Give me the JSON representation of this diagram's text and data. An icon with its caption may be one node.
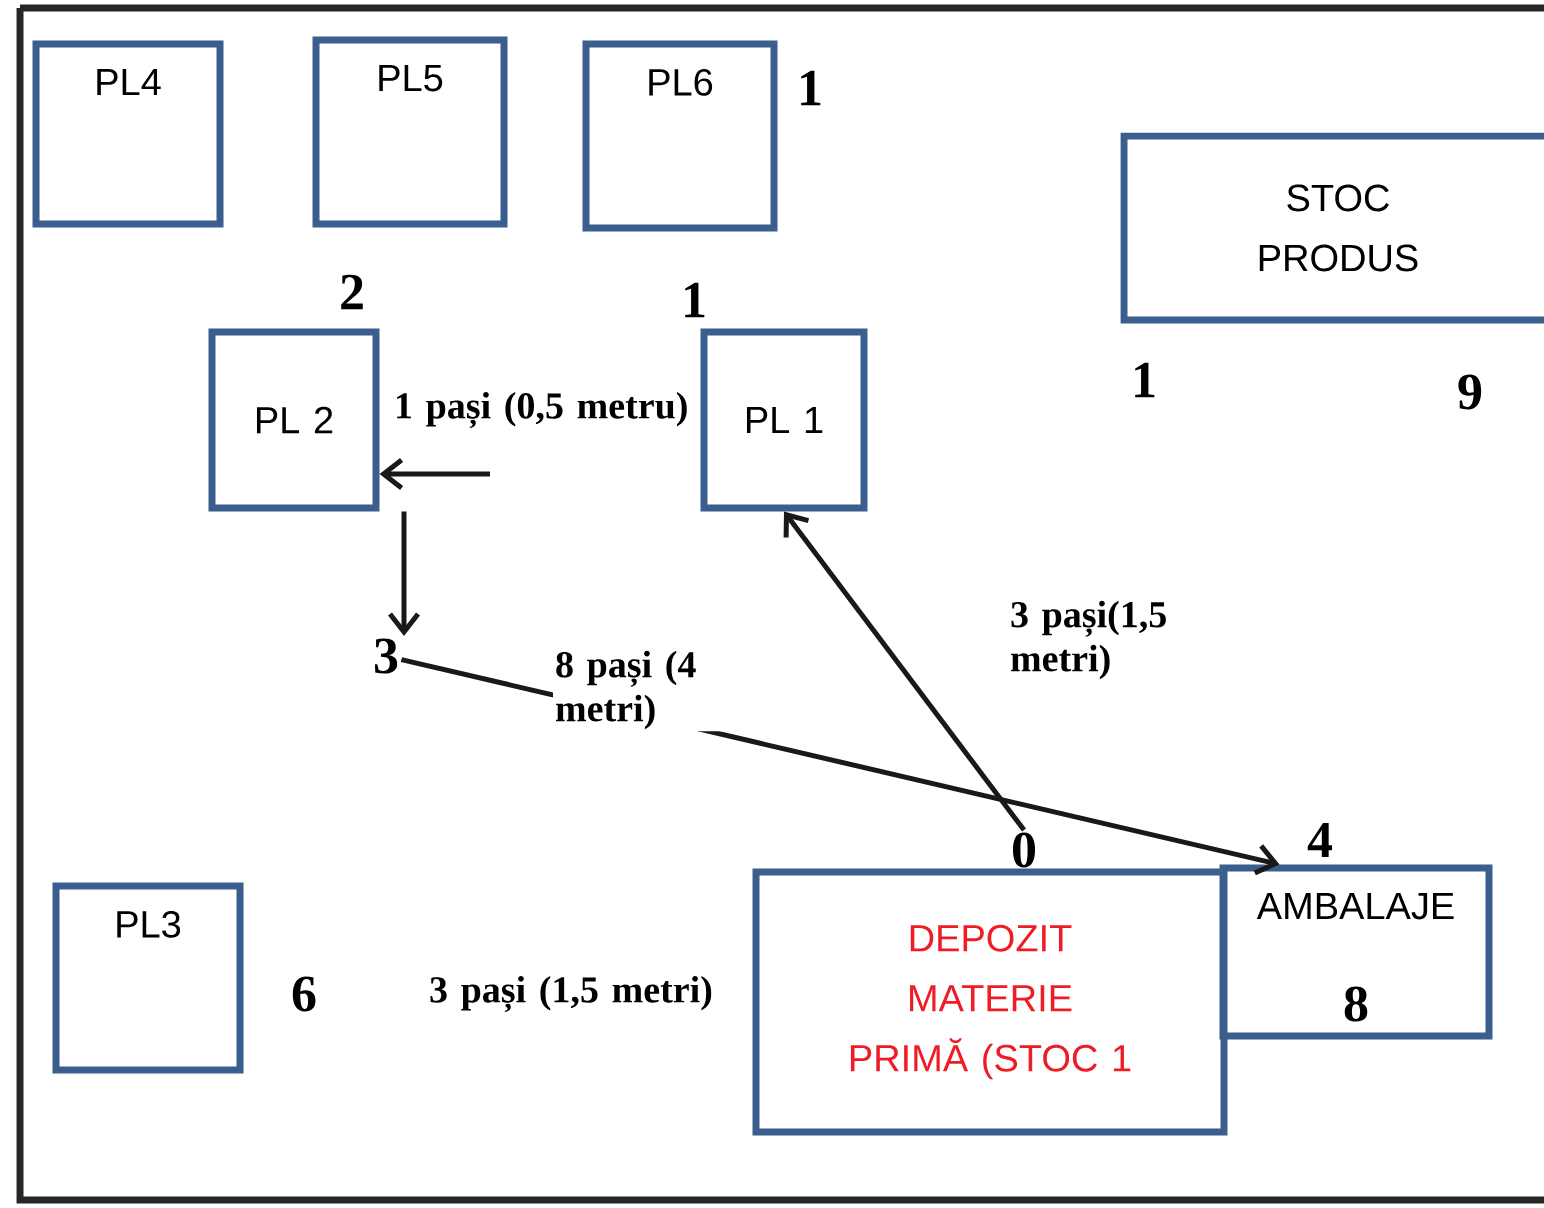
{
  "diagram": {
    "nodes": [
      {
        "text": [
          "PL4"
        ]
      },
      {
        "text": [
          "PL5"
        ]
      },
      {
        "text": [
          "PL6"
        ]
      },
      {
        "text": [
          "STOC PRODUS"
        ]
      },
      {
        "text": [
          "PL 2"
        ]
      },
      {
        "text": [
          "PL 1"
        ]
      },
      {
        "text": [
          "3"
        ]
      },
      {
        "text": [
          "0"
        ]
      },
      {
        "text": [
          "PL3"
        ]
      },
      {
        "text": [
          "DEPOZIT MATERIE PRIMĂ (STOC 1"
        ]
      },
      {
        "text": [
          "AMBALAJE"
        ]
      }
    ],
    "edges": [
      {
        "from": null,
        "to": 4,
        "arrow": "to",
        "label": "1 pași (0,5 metru)"
      },
      {
        "from": 4,
        "to": 6,
        "arrow": "to"
      },
      {
        "from": 6,
        "to": 10,
        "arrow": "to",
        "label": "8 pași (4 metri)"
      },
      {
        "from": 7,
        "to": 5,
        "arrow": "to",
        "label": "3 pași(1,5 metri)"
      }
    ],
    "labels": [
      "1",
      "2",
      "1",
      "1",
      "9",
      "4",
      "6",
      "3 pași (1,5 metri)",
      "8"
    ]
  }
}
